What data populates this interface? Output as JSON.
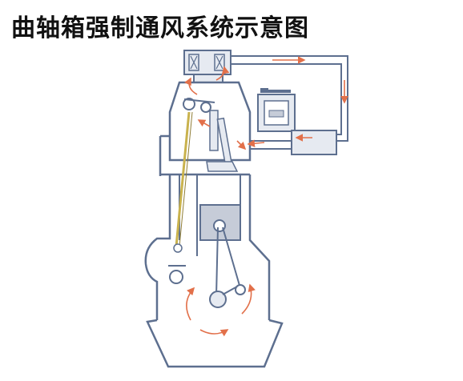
{
  "title": "曲轴箱强制通风系统示意图",
  "colors": {
    "outline": "#5d6f8f",
    "fill_light": "#e6eaf1",
    "fill_mid": "#c6ccd8",
    "arrow": "#e2704a",
    "pushrod": "#c9b24d",
    "title": "#111111"
  },
  "icons": [
    "airflow-arrow",
    "valve-rocker",
    "pcv-valve"
  ]
}
